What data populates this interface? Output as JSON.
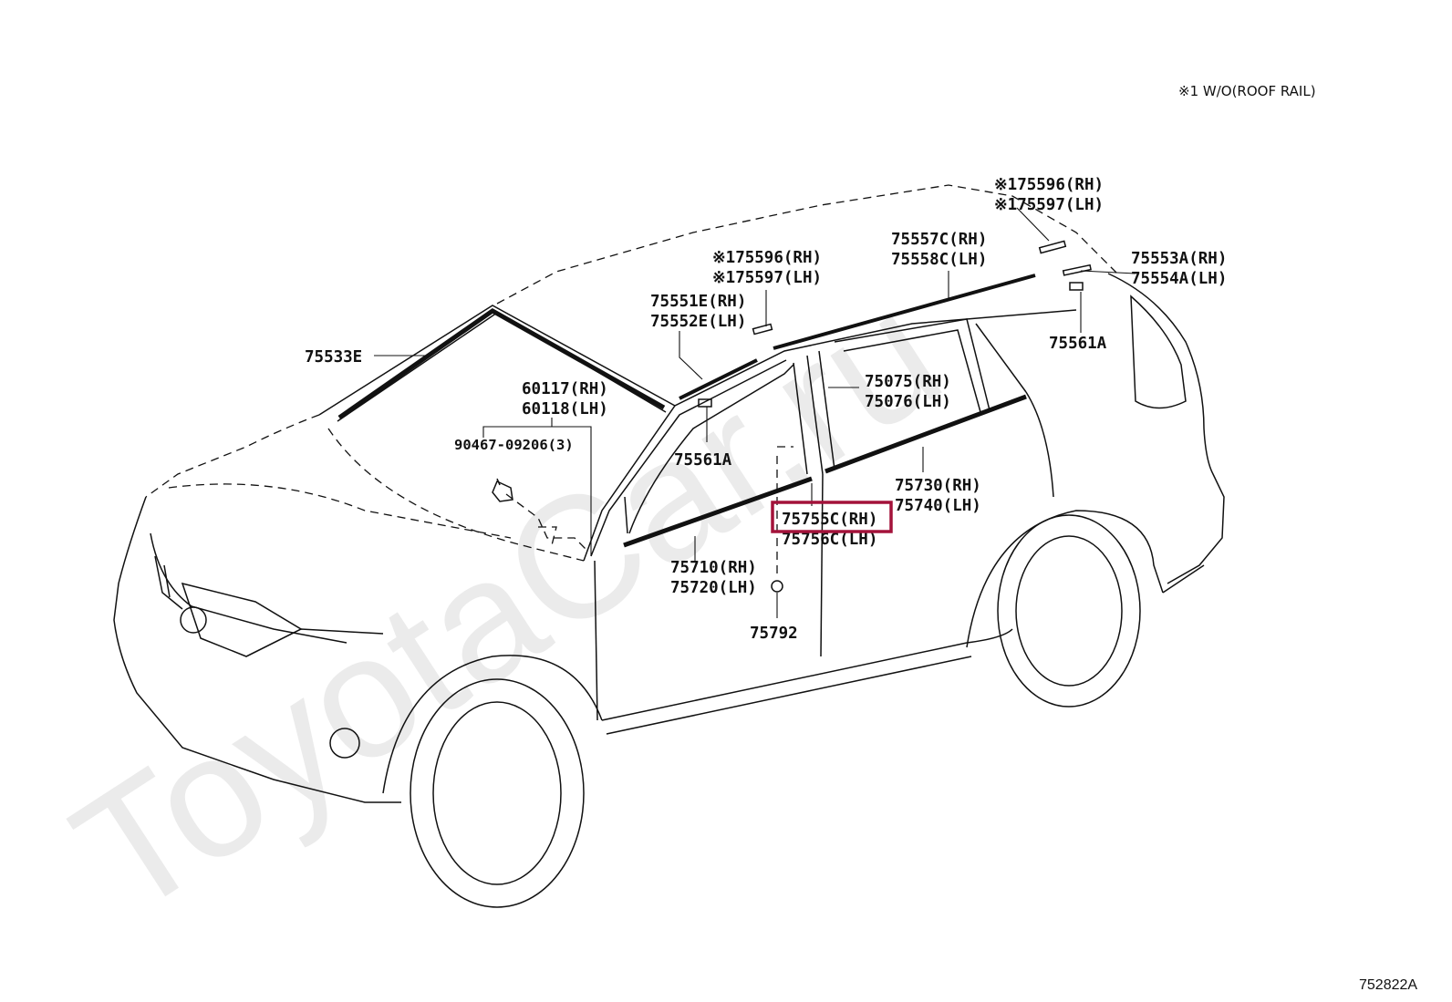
{
  "watermark": "ToyotaCar.ru",
  "note": "※1 W/O(ROOF RAIL)",
  "figure_id": "752822A",
  "highlight_color": "#a3123a",
  "highlighted_part": "75755C(RH)",
  "callouts": {
    "c75533E": {
      "lines": [
        "75533E"
      ]
    },
    "c60117": {
      "lines": [
        "60117(RH)",
        "60118(LH)"
      ]
    },
    "c90467": {
      "lines": [
        "90467-09206(3)"
      ]
    },
    "c75551E": {
      "lines": [
        "75551E(RH)",
        "75552E(LH)"
      ]
    },
    "c75596a": {
      "lines": [
        "※175596(RH)",
        "※175597(LH)"
      ]
    },
    "c75596b": {
      "lines": [
        "※175596(RH)",
        "※175597(LH)"
      ]
    },
    "c75557C": {
      "lines": [
        "75557C(RH)",
        "75558C(LH)"
      ]
    },
    "c75553A": {
      "lines": [
        "75553A(RH)",
        "75554A(LH)"
      ]
    },
    "c75561A_r": {
      "lines": [
        "75561A"
      ]
    },
    "c75561A_l": {
      "lines": [
        "75561A"
      ]
    },
    "c75075": {
      "lines": [
        "75075(RH)",
        "75076(LH)"
      ]
    },
    "c75730": {
      "lines": [
        "75730(RH)",
        "75740(LH)"
      ]
    },
    "c75755C": {
      "lines": [
        "75755C(RH)",
        "75756C(LH)"
      ]
    },
    "c75710": {
      "lines": [
        "75710(RH)",
        "75720(LH)"
      ]
    },
    "c75792": {
      "lines": [
        "75792"
      ]
    }
  }
}
